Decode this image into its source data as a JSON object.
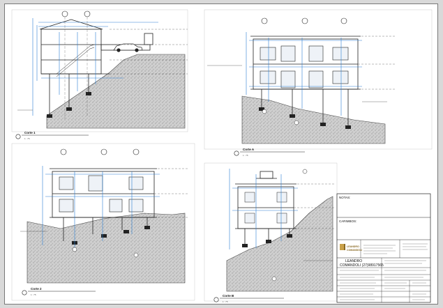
{
  "sheet": {
    "section_labels": [
      {
        "title": "Corte 1",
        "scale": "1 : 75"
      },
      {
        "title": "Corte A",
        "scale": "1 : 75"
      },
      {
        "title": "Corte 2",
        "scale": "1 : 75"
      },
      {
        "title": "Corte B",
        "scale": "1 : 75"
      }
    ],
    "title_block": {
      "notes_label": "NOTAS:",
      "stamp_label": "CARIMBOS:",
      "logo_line1": "LEANDRO",
      "logo_line2": "COMANDOLI",
      "author_name": "LEANDRO",
      "author_phone": "COMANDOLI (27)98917565"
    }
  },
  "colors": {
    "dimension_blue": "#2a7fd4",
    "line": "#222222",
    "terrain_fill": "#c9c9c9",
    "logo_gold": "#c9a14a"
  }
}
